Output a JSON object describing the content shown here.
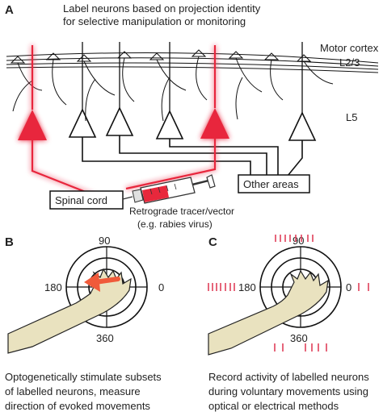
{
  "figure": {
    "panel_a": {
      "label": "A",
      "title_line1": "Label neurons based on projection identity",
      "title_line2": "for selective manipulation or monitoring",
      "motor_cortex": "Motor cortex",
      "l23": "L2/3",
      "l5": "L5",
      "spinal_cord": "Spinal cord",
      "other_areas": "Other areas",
      "tracer_line1": "Retrograde tracer/vector",
      "tracer_line2": "(e.g. rabies virus)"
    },
    "panel_b": {
      "label": "B",
      "angle_90": "90",
      "angle_180": "180",
      "angle_0": "0",
      "angle_360": "360",
      "caption_line1": "Optogenetically stimulate subsets",
      "caption_line2": "of labelled neurons, measure",
      "caption_line3": "direction of evoked movements"
    },
    "panel_c": {
      "label": "C",
      "angle_90": "90",
      "angle_180": "180",
      "angle_0": "0",
      "angle_360": "360",
      "caption_line1": "Record activity of labelled neurons",
      "caption_line2": "during voluntary movements using",
      "caption_line3": "optical or electrical methods"
    },
    "colors": {
      "labelled_neuron": "#e8283c",
      "glow": "#ff8f97",
      "arm_fill": "#e9e2bf",
      "arrow": "#f05a3a",
      "spike": "#e0405a"
    }
  }
}
